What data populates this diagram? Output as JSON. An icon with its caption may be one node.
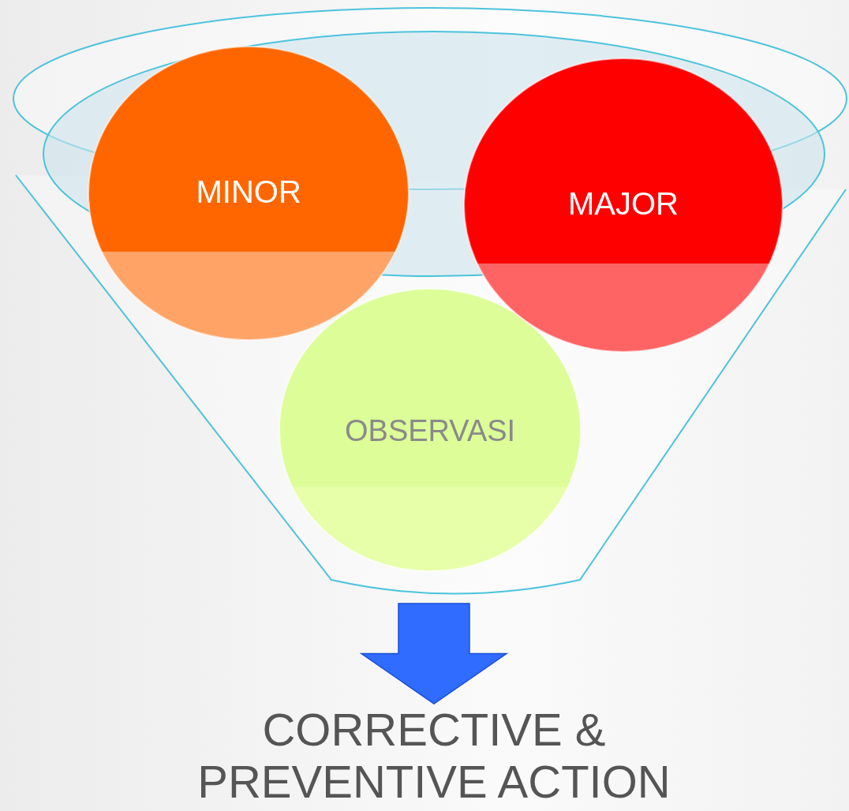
{
  "diagram": {
    "nodes": [
      {
        "text": [],
        "shape": "funnel"
      },
      {
        "text": [
          "MINOR"
        ]
      },
      {
        "text": [
          "MAJOR"
        ]
      },
      {
        "text": [
          "OBSERVASI"
        ],
        "in": 0
      },
      {
        "text": [
          "CORRECTIVE & PREVENTIVE ACTION"
        ]
      }
    ],
    "edges": [
      {
        "from": 0,
        "to": 4,
        "arrow": "to"
      }
    ]
  }
}
